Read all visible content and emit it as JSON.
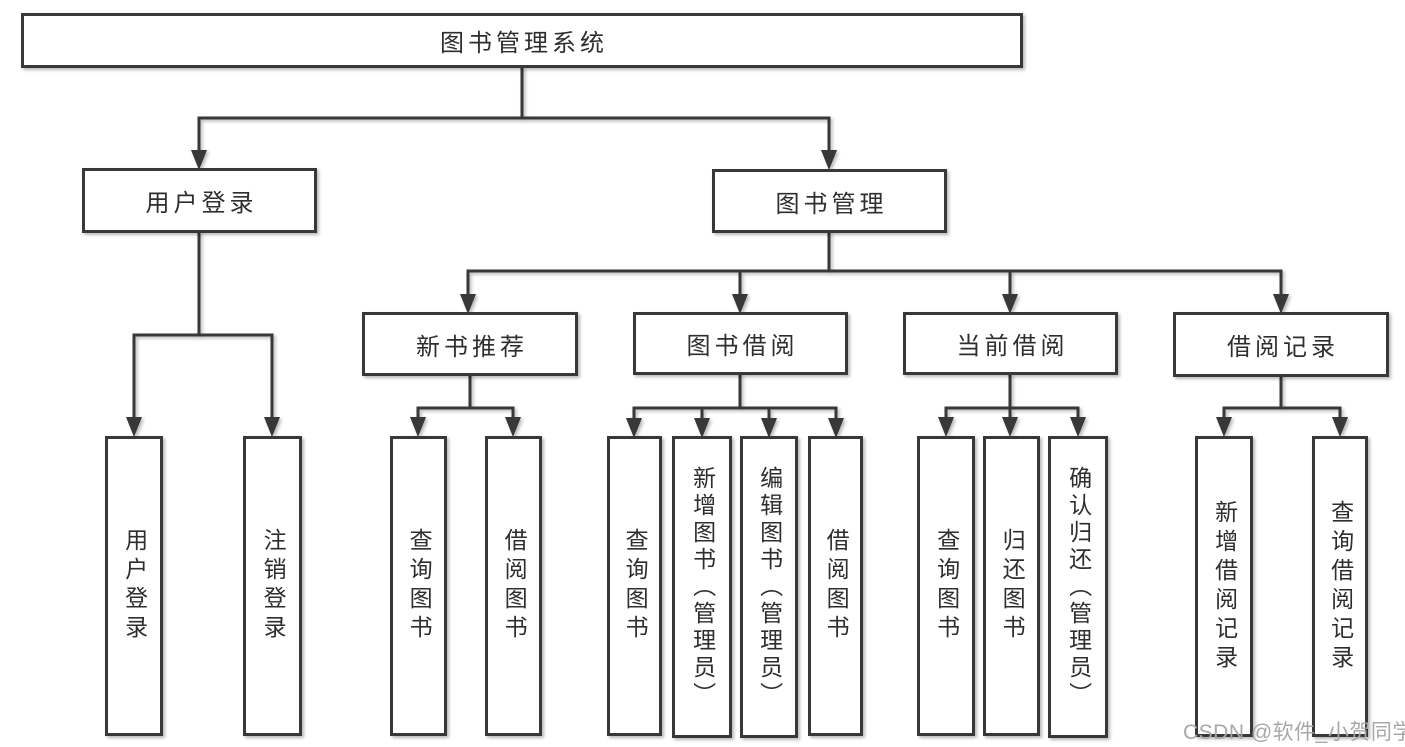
{
  "diagram": {
    "type": "hierarchy-tree",
    "title": "图书管理系统",
    "colors": {
      "background": "#ffffff",
      "box_background": "#ffffff",
      "line": "#383838",
      "text": "#2e2e2e",
      "watermark": "#a8a8a8"
    },
    "watermark": {
      "text": "CSDN @软件_小贺同学"
    },
    "nodes": {
      "root": {
        "label": "图书管理系统"
      },
      "user_login": {
        "label": "用户登录"
      },
      "book_mgmt": {
        "label": "图书管理"
      },
      "new_book_rec": {
        "label": "新书推荐"
      },
      "book_borrow": {
        "label": "图书借阅"
      },
      "current_borrow": {
        "label": "当前借阅"
      },
      "borrow_records": {
        "label": "借阅记录"
      },
      "leaf_user_login": {
        "label": "用户登录"
      },
      "leaf_logout": {
        "label": "注销登录"
      },
      "leaf_query_book_rec": {
        "label": "查询图书"
      },
      "leaf_borrow_book_rec": {
        "label": "借阅图书"
      },
      "leaf_query_book_borrow": {
        "label": "查询图书"
      },
      "leaf_add_book": {
        "label": "新增图书（管理员）"
      },
      "leaf_edit_book": {
        "label": "编辑图书（管理员）"
      },
      "leaf_borrow_book_borrow": {
        "label": "借阅图书"
      },
      "leaf_query_book_cur": {
        "label": "查询图书"
      },
      "leaf_return_book": {
        "label": "归还图书"
      },
      "leaf_confirm_return": {
        "label": "确认归还（管理员）"
      },
      "leaf_add_borrow_record": {
        "label": "新增借阅记录"
      },
      "leaf_query_borrow_record": {
        "label": "查询借阅记录"
      }
    },
    "hierarchy": {
      "图书管理系统": {
        "用户登录": [
          "用户登录",
          "注销登录"
        ],
        "图书管理": {
          "新书推荐": [
            "查询图书",
            "借阅图书"
          ],
          "图书借阅": [
            "查询图书",
            "新增图书（管理员）",
            "编辑图书（管理员）",
            "借阅图书"
          ],
          "当前借阅": [
            "查询图书",
            "归还图书",
            "确认归还（管理员）"
          ],
          "借阅记录": [
            "新增借阅记录",
            "查询借阅记录"
          ]
        }
      }
    }
  }
}
